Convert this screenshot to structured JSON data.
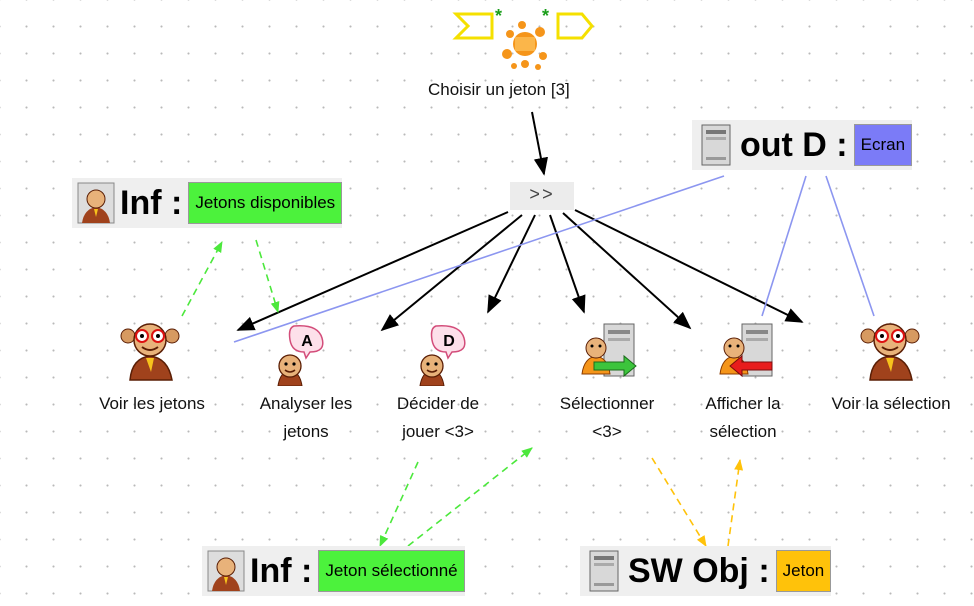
{
  "root_task": {
    "label": "Choisir un jeton [3]"
  },
  "operator": {
    "label": ">>"
  },
  "tasks": [
    {
      "id": "voir-jetons",
      "lines": [
        "Voir les jetons"
      ],
      "type": "user"
    },
    {
      "id": "analyser-jetons",
      "lines": [
        "Analyser les",
        "jetons"
      ],
      "type": "cognitive-analysis",
      "badge": "A"
    },
    {
      "id": "decider-jouer",
      "lines": [
        "Décider de",
        "jouer <3>"
      ],
      "type": "cognitive-decision",
      "badge": "D"
    },
    {
      "id": "selectionner",
      "lines": [
        "Sélectionner",
        "<3>"
      ],
      "type": "interactive-input"
    },
    {
      "id": "afficher-selection",
      "lines": [
        "Afficher la",
        "sélection"
      ],
      "type": "interactive-output"
    },
    {
      "id": "voir-selection",
      "lines": [
        "Voir la sélection"
      ],
      "type": "user"
    }
  ],
  "objects": {
    "out_d": {
      "kind": "out D :",
      "value": "Ecran",
      "value_color": "#7b7bf7",
      "icon": "computer-icon"
    },
    "inf_jetons": {
      "kind": "Inf :",
      "value": "Jetons disponibles",
      "value_color": "#4cf23c",
      "icon": "user-icon"
    },
    "inf_jeton_sel": {
      "kind": "Inf :",
      "value": "Jeton sélectionné",
      "value_color": "#4cf23c",
      "icon": "user-icon"
    },
    "sw_obj": {
      "kind": "SW Obj :",
      "value": "Jeton",
      "value_color": "#ffc20a",
      "icon": "computer-icon"
    }
  },
  "colors": {
    "arrow": "#000000",
    "info_flow": "#4ce83c",
    "device_link": "#8c96f0",
    "sw_flow": "#ffc20a",
    "root_ports": "#f5e000",
    "root_splash": "#f5951a"
  }
}
